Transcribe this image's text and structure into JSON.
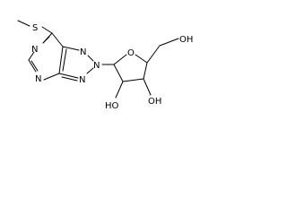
{
  "molecule": {
    "bond_color": "#000000",
    "atom_color": "#000000",
    "atoms": {
      "s": "S",
      "n_top": "N",
      "n_bottom": "N",
      "n_triazole_1": "N",
      "n_triazole_2": "N",
      "n_triazole_3": "N",
      "o_ring": "O",
      "oh_ch2": "OH",
      "oh_left": "HO",
      "oh_right": "OH"
    }
  }
}
